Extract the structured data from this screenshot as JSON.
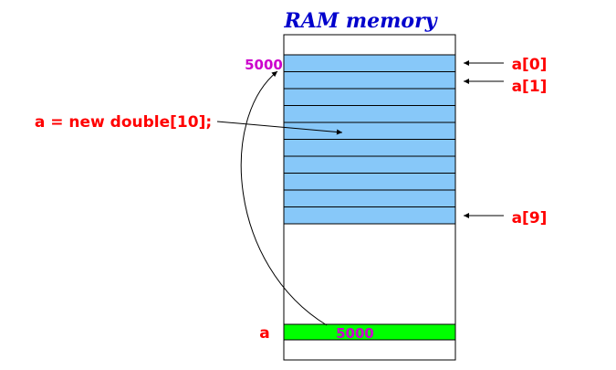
{
  "title": "RAM memory",
  "array_statement": "a = new double[10];",
  "base_address": "5000",
  "element_labels": {
    "first": "a[0]",
    "second": "a[1]",
    "last": "a[9]"
  },
  "variable": {
    "name": "a",
    "value": "5000"
  },
  "array_cell_count": 10,
  "colors": {
    "title": "#0000cc",
    "label_red": "#ff0000",
    "address_magenta": "#cc00cc",
    "array_fill": "#87c8f9",
    "variable_fill": "#00ff00",
    "memory_outline": "#000000"
  }
}
